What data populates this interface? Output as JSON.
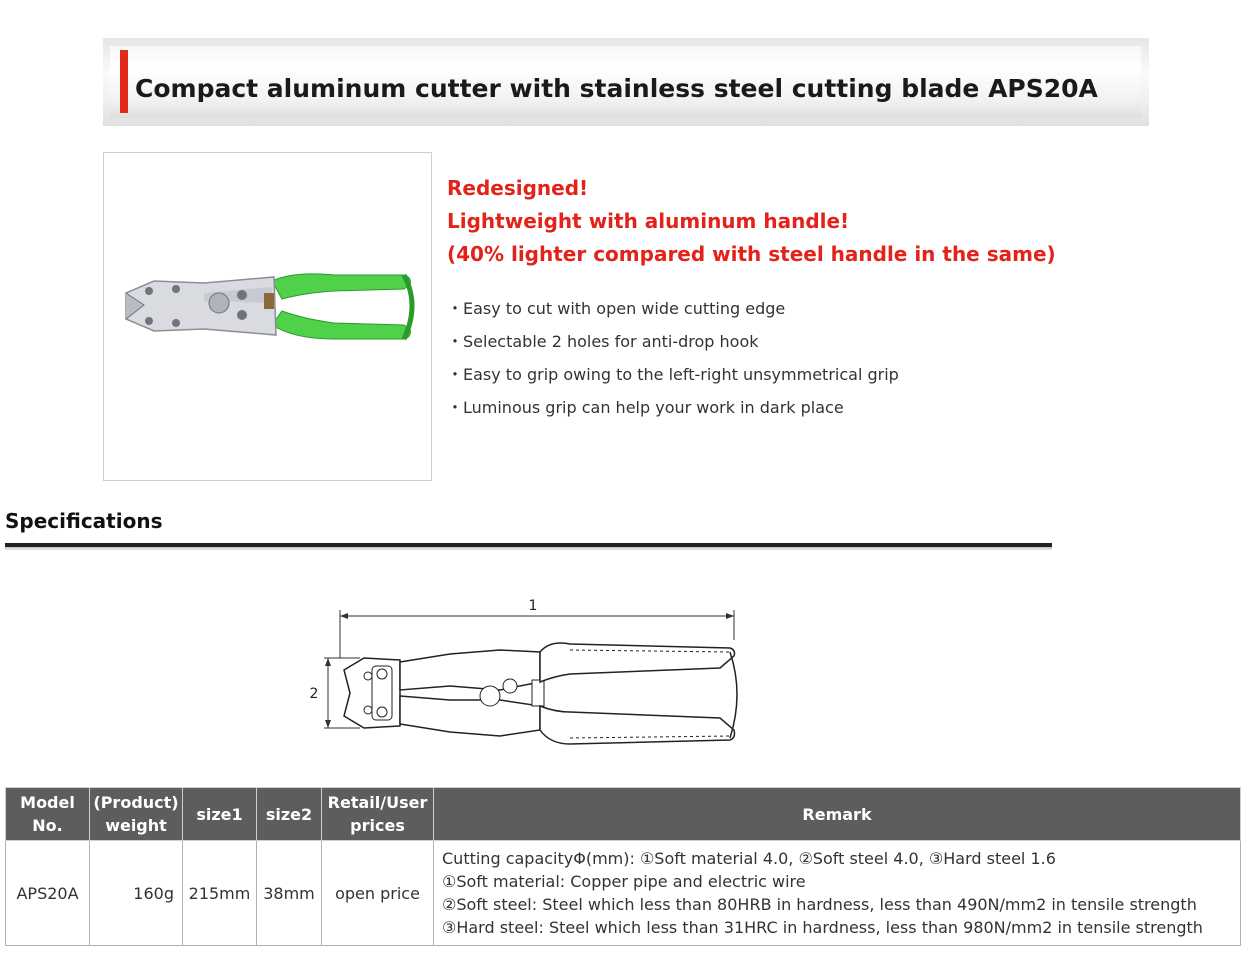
{
  "title": "Compact aluminum cutter with stainless steel cutting blade APS20A",
  "headline": [
    "Redesigned!",
    "Lightweight with aluminum handle!",
    "(40% lighter compared with steel handle in the same)"
  ],
  "features": [
    "・Easy to cut with open wide cutting edge",
    "・Selectable 2 holes for anti-drop hook",
    "・Easy to grip owing to the left-right unsymmetrical grip",
    "・Luminous grip can help your work in dark place"
  ],
  "specifications_heading": "Specifications",
  "diagram": {
    "dim1": "1",
    "dim2": "2"
  },
  "table": {
    "headers": {
      "model_line1": "Model",
      "model_line2": "No.",
      "weight_line1": "(Product)",
      "weight_line2": "weight",
      "size1": "size1",
      "size2": "size2",
      "price_line1": "Retail/User",
      "price_line2": "prices",
      "remark": "Remark"
    },
    "row": {
      "model": "APS20A",
      "weight": "160g",
      "size1": "215mm",
      "size2": "38mm",
      "price": "open price",
      "remark": [
        "Cutting capacityΦ(mm): ①Soft material 4.0, ②Soft steel 4.0, ③Hard steel 1.6",
        "①Soft material: Copper pipe and electric wire",
        "②Soft steel: Steel which less than 80HRB in hardness, less than 490N/mm2 in tensile strength",
        "③Hard steel: Steel which less than 31HRC in hardness, less than 980N/mm2 in tensile strength"
      ]
    }
  },
  "colors": {
    "accent_red": "#e3221a",
    "grip_green": "#4fd14a",
    "table_header": "#5d5d5d"
  }
}
